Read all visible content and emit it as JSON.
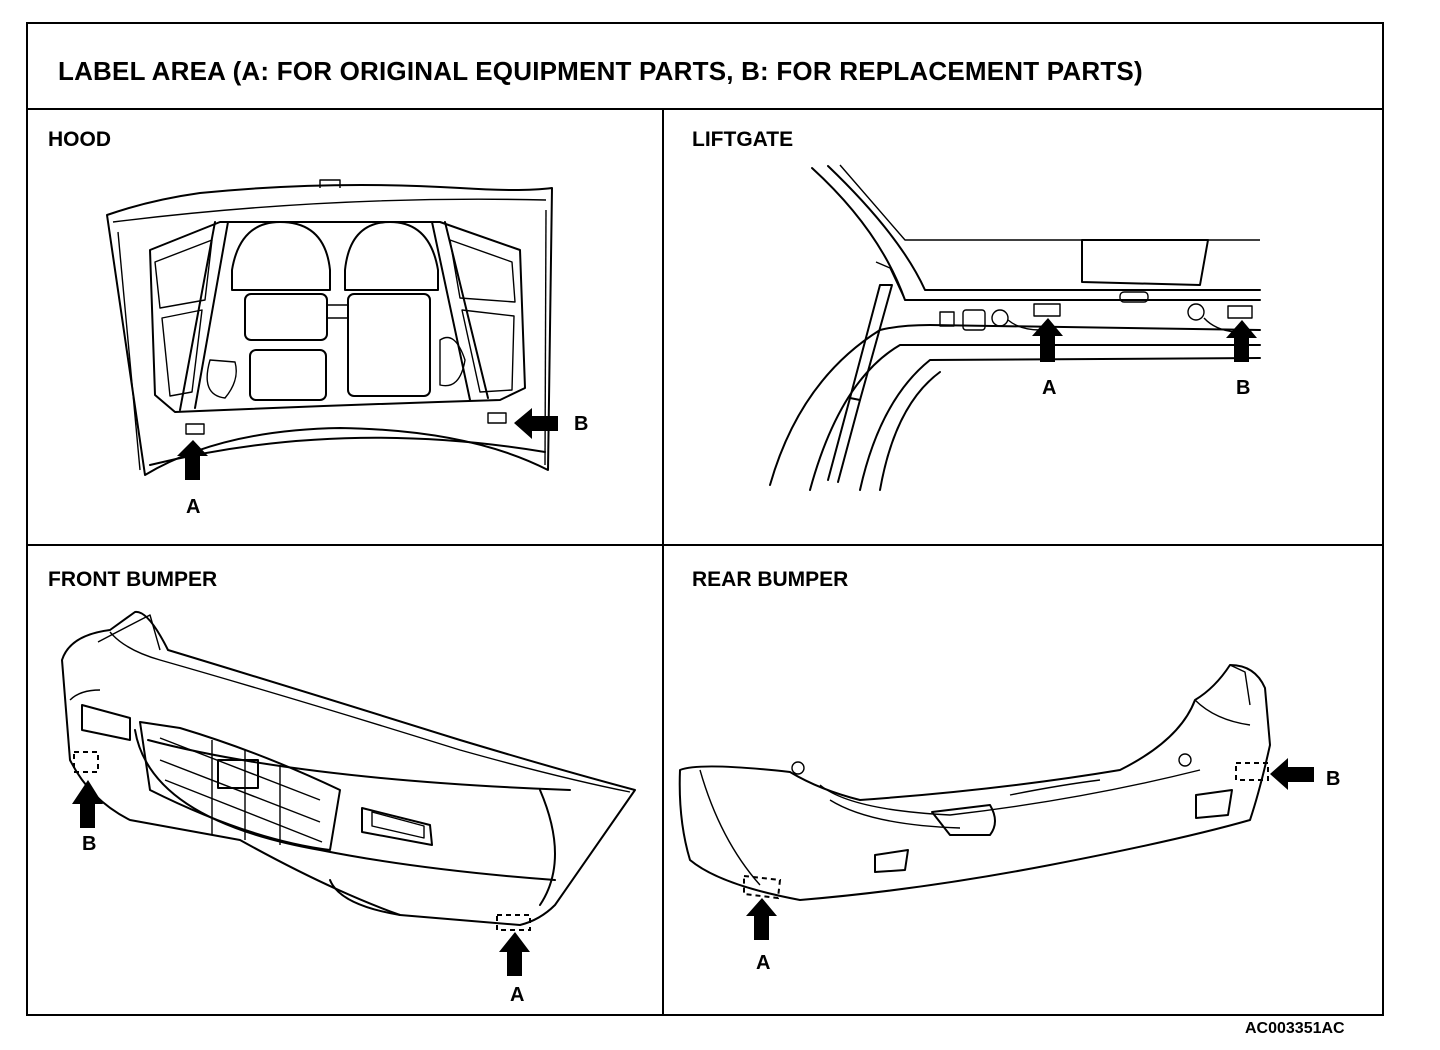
{
  "title": "LABEL AREA (A: FOR ORIGINAL EQUIPMENT PARTS, B: FOR REPLACEMENT PARTS)",
  "panels": [
    {
      "label": "HOOD",
      "callouts": [
        "A",
        "B"
      ]
    },
    {
      "label": "LIFTGATE",
      "callouts": [
        "A",
        "B"
      ]
    },
    {
      "label": "FRONT BUMPER",
      "callouts": [
        "B",
        "A"
      ]
    },
    {
      "label": "REAR BUMPER",
      "callouts": [
        "B",
        "A"
      ]
    }
  ],
  "doc_code": "AC003351AC",
  "icons": {
    "hood": "hood-underside-drawing",
    "liftgate": "liftgate-opening-drawing",
    "front_bumper": "front-bumper-drawing",
    "rear_bumper": "rear-bumper-drawing",
    "arrow": "black-pointer-arrow"
  }
}
